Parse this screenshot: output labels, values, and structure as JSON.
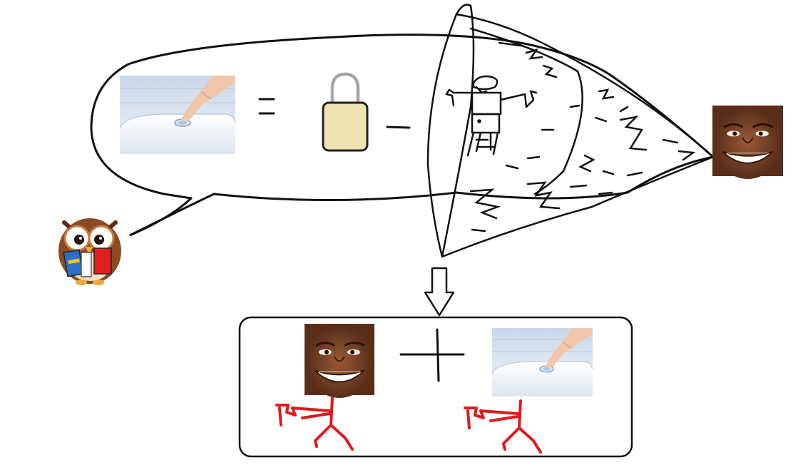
{
  "scene": {
    "speech_bubble": {
      "toilet_flush_photo": "toilet-flush-button-photo",
      "equals_sign": "=",
      "padlock": "padlock-icon",
      "minus_sign": "–",
      "stick_figure_sitting": "stick-figure-on-toilet"
    },
    "speaker": "owl-with-books",
    "face_photo": "laughing-face-photo",
    "arrow": "down-arrow",
    "result_box": {
      "left_face": "laughing-face-photo",
      "plus_sign": "+",
      "right_toilet": "toilet-flush-button-photo",
      "left_figure_color": "#e0191c",
      "right_figure_color": "#e0191c"
    }
  },
  "colors": {
    "ink": "#111111",
    "red": "#e0191c",
    "padlock_body": "#efe3b1",
    "tile": "#d9e5f2",
    "skin": "#8a4a2a"
  }
}
